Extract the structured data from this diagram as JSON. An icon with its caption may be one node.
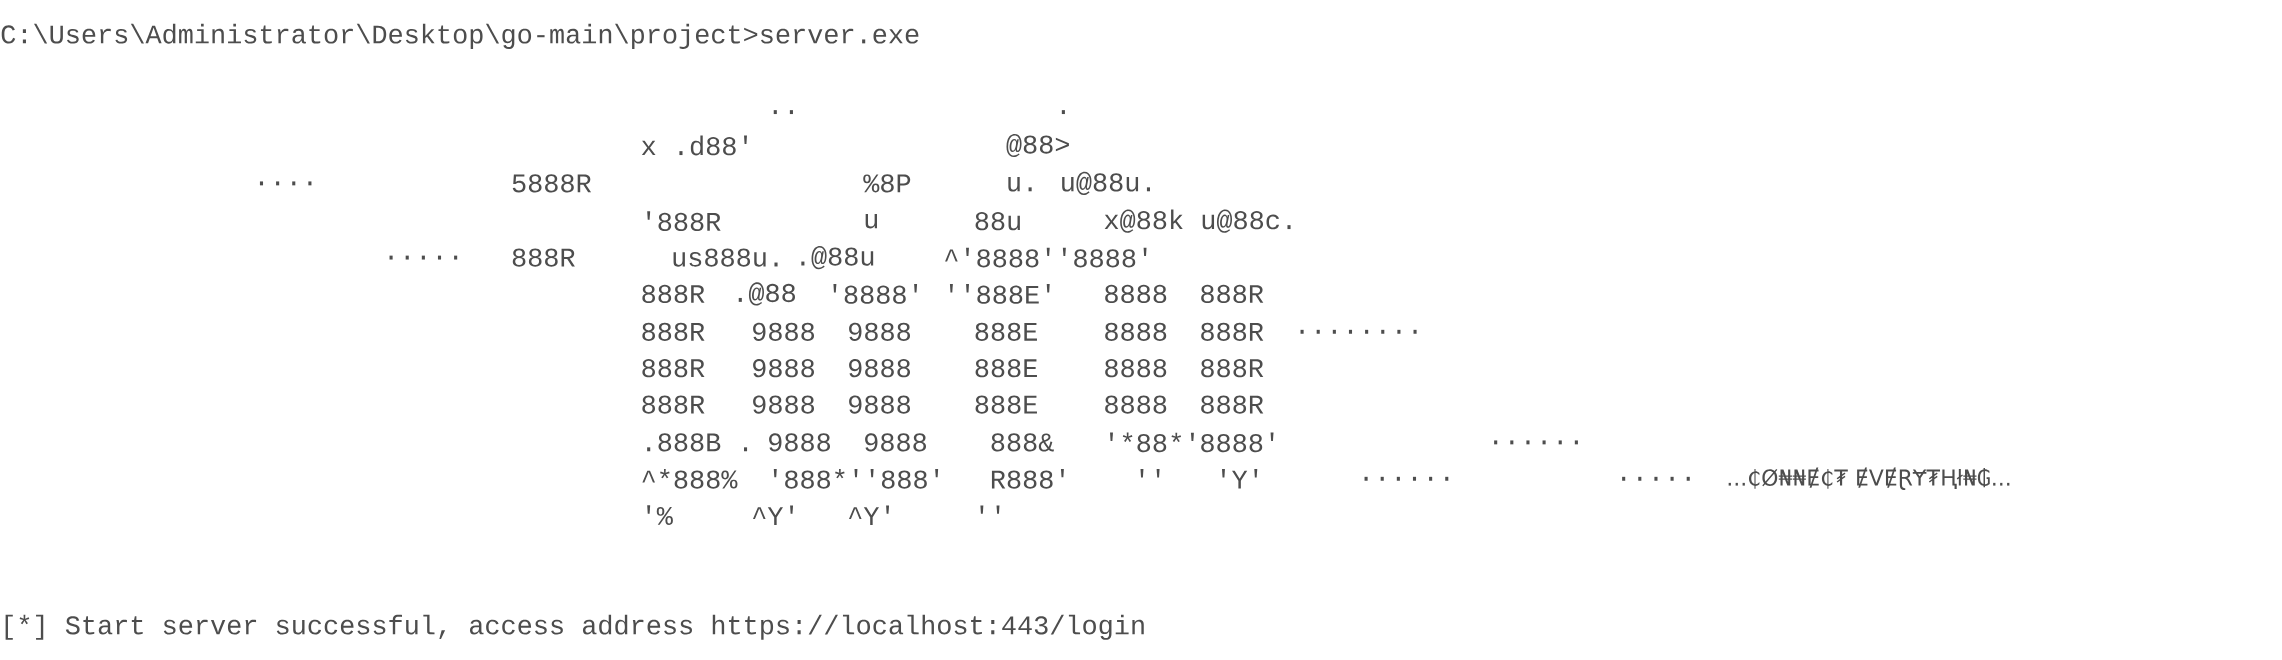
{
  "diagram": {
    "labels": [
      "C:\\Users\\Administrator\\Desktop\\go-main\\project>server.exe",
      "..",
      ".",
      "x .d88'",
      "@88>",
      "....",
      "5888R",
      "%8P",
      "u. u@88u.",
      "'888R",
      "u",
      "88u",
      "x@88k u@88c.",
      ".....",
      "888R",
      "us888u.",
      ".@88u",
      "^'8888''8888'",
      "888R",
      ".@88",
      "'8888'",
      "''888E'",
      "8888",
      "888R",
      "888R",
      "9888",
      "9888",
      "888E",
      "8888",
      "888R",
      "........",
      "888R",
      "9888",
      "9888",
      "888E",
      "8888",
      "888R",
      "888R",
      "9888",
      "9888",
      "888E",
      "8888",
      "888R",
      ".888B .",
      "9888",
      "9888",
      "888&",
      "'*88",
      "*'",
      "8888'",
      "......",
      "^*888%",
      "'888*''888'",
      "R888'",
      "''",
      "'Y'",
      "......",
      ".....",
      "...₵Ø₦₦Ɇ₵₮ ɆVɆⱤɎ₮Ⱨł₦₲...",
      "'%",
      "^Y'",
      "^Y'",
      "''",
      "[*] Start server successful, access address https://localhost:443/login"
    ]
  }
}
